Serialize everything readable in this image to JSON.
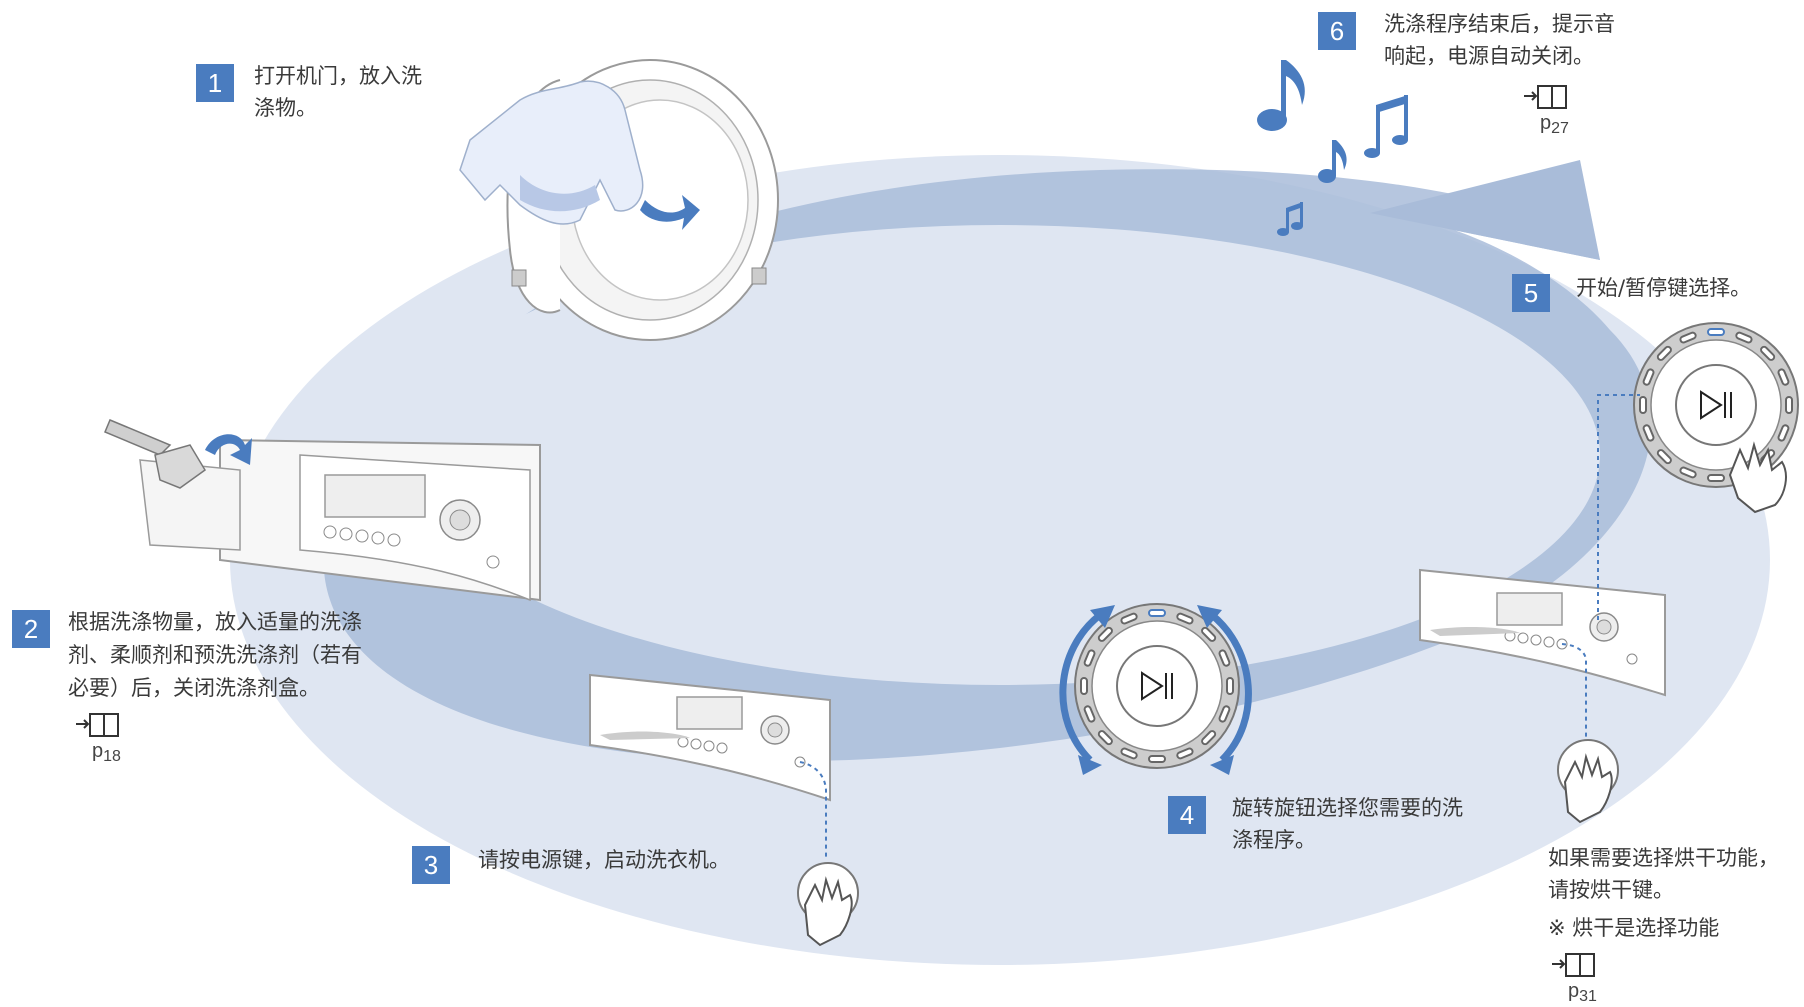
{
  "colors": {
    "accent": "#4a7cbf",
    "ring_fill": "#dbe3f0",
    "band": "#a9bcd9",
    "band_dark": "#8ea6cc"
  },
  "steps": [
    {
      "num": "1",
      "lines": [
        "打开机门，放入洗",
        "涤物。"
      ]
    },
    {
      "num": "2",
      "lines": [
        "根据洗涤物量，放入适量的洗涤",
        "剂、柔顺剂和预洗洗涤剂（若有",
        "必要）后，关闭洗涤剂盒。"
      ],
      "ref": "18"
    },
    {
      "num": "3",
      "lines": [
        "请按电源键，启动洗衣机。"
      ]
    },
    {
      "num": "4",
      "lines": [
        "旋转旋钮选择您需要的洗",
        "涤程序。"
      ]
    },
    {
      "num": "5",
      "lines": [
        "开始/暂停键选择。"
      ]
    },
    {
      "num": "6",
      "lines": [
        "洗涤程序结束后，提示音",
        "响起，电源自动关闭。"
      ],
      "ref": "27"
    }
  ],
  "dry_note": {
    "lines": [
      "如果需要选择烘干功能，",
      "请按烘干键。"
    ],
    "remark": "※ 烘干是选择功能",
    "ref": "31"
  },
  "ref_prefix": "p",
  "icons": [
    "book-reference-icon",
    "music-note-icon",
    "hand-press-icon",
    "start-pause-icon",
    "cycle-arrow-icon"
  ]
}
